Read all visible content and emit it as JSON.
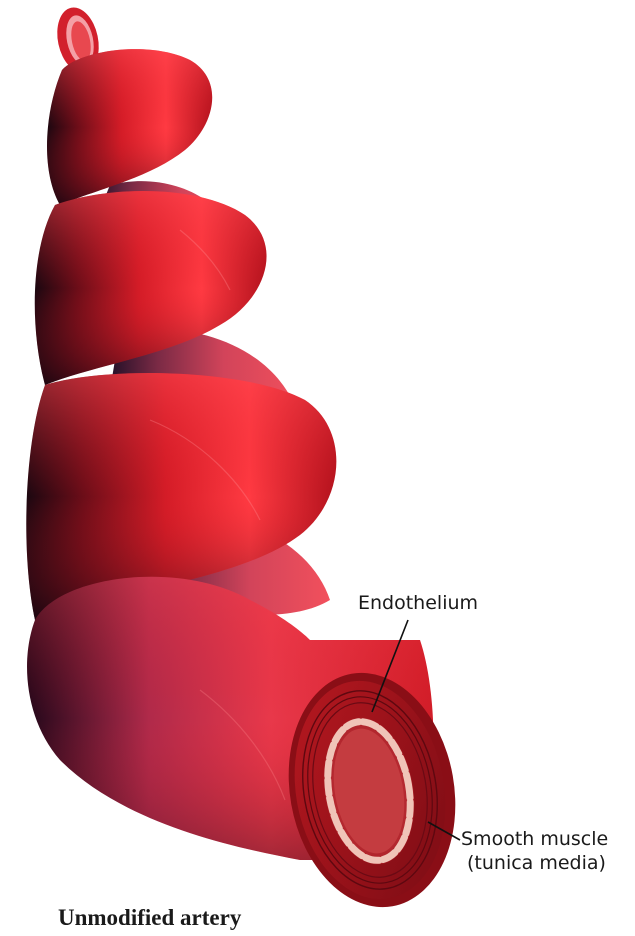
{
  "labels": {
    "endothelium": "Endothelium",
    "smooth_muscle": "Smooth muscle",
    "tunica_media": "(tunica media)"
  },
  "caption": "Unmodified artery",
  "colors": {
    "artery_red": "#e0202a",
    "artery_highlight": "#ff4a4f",
    "artery_shadow": "#1a0810",
    "lumen_inner": "#c23a3a",
    "endothelium_cells": "#f0c4b8"
  }
}
